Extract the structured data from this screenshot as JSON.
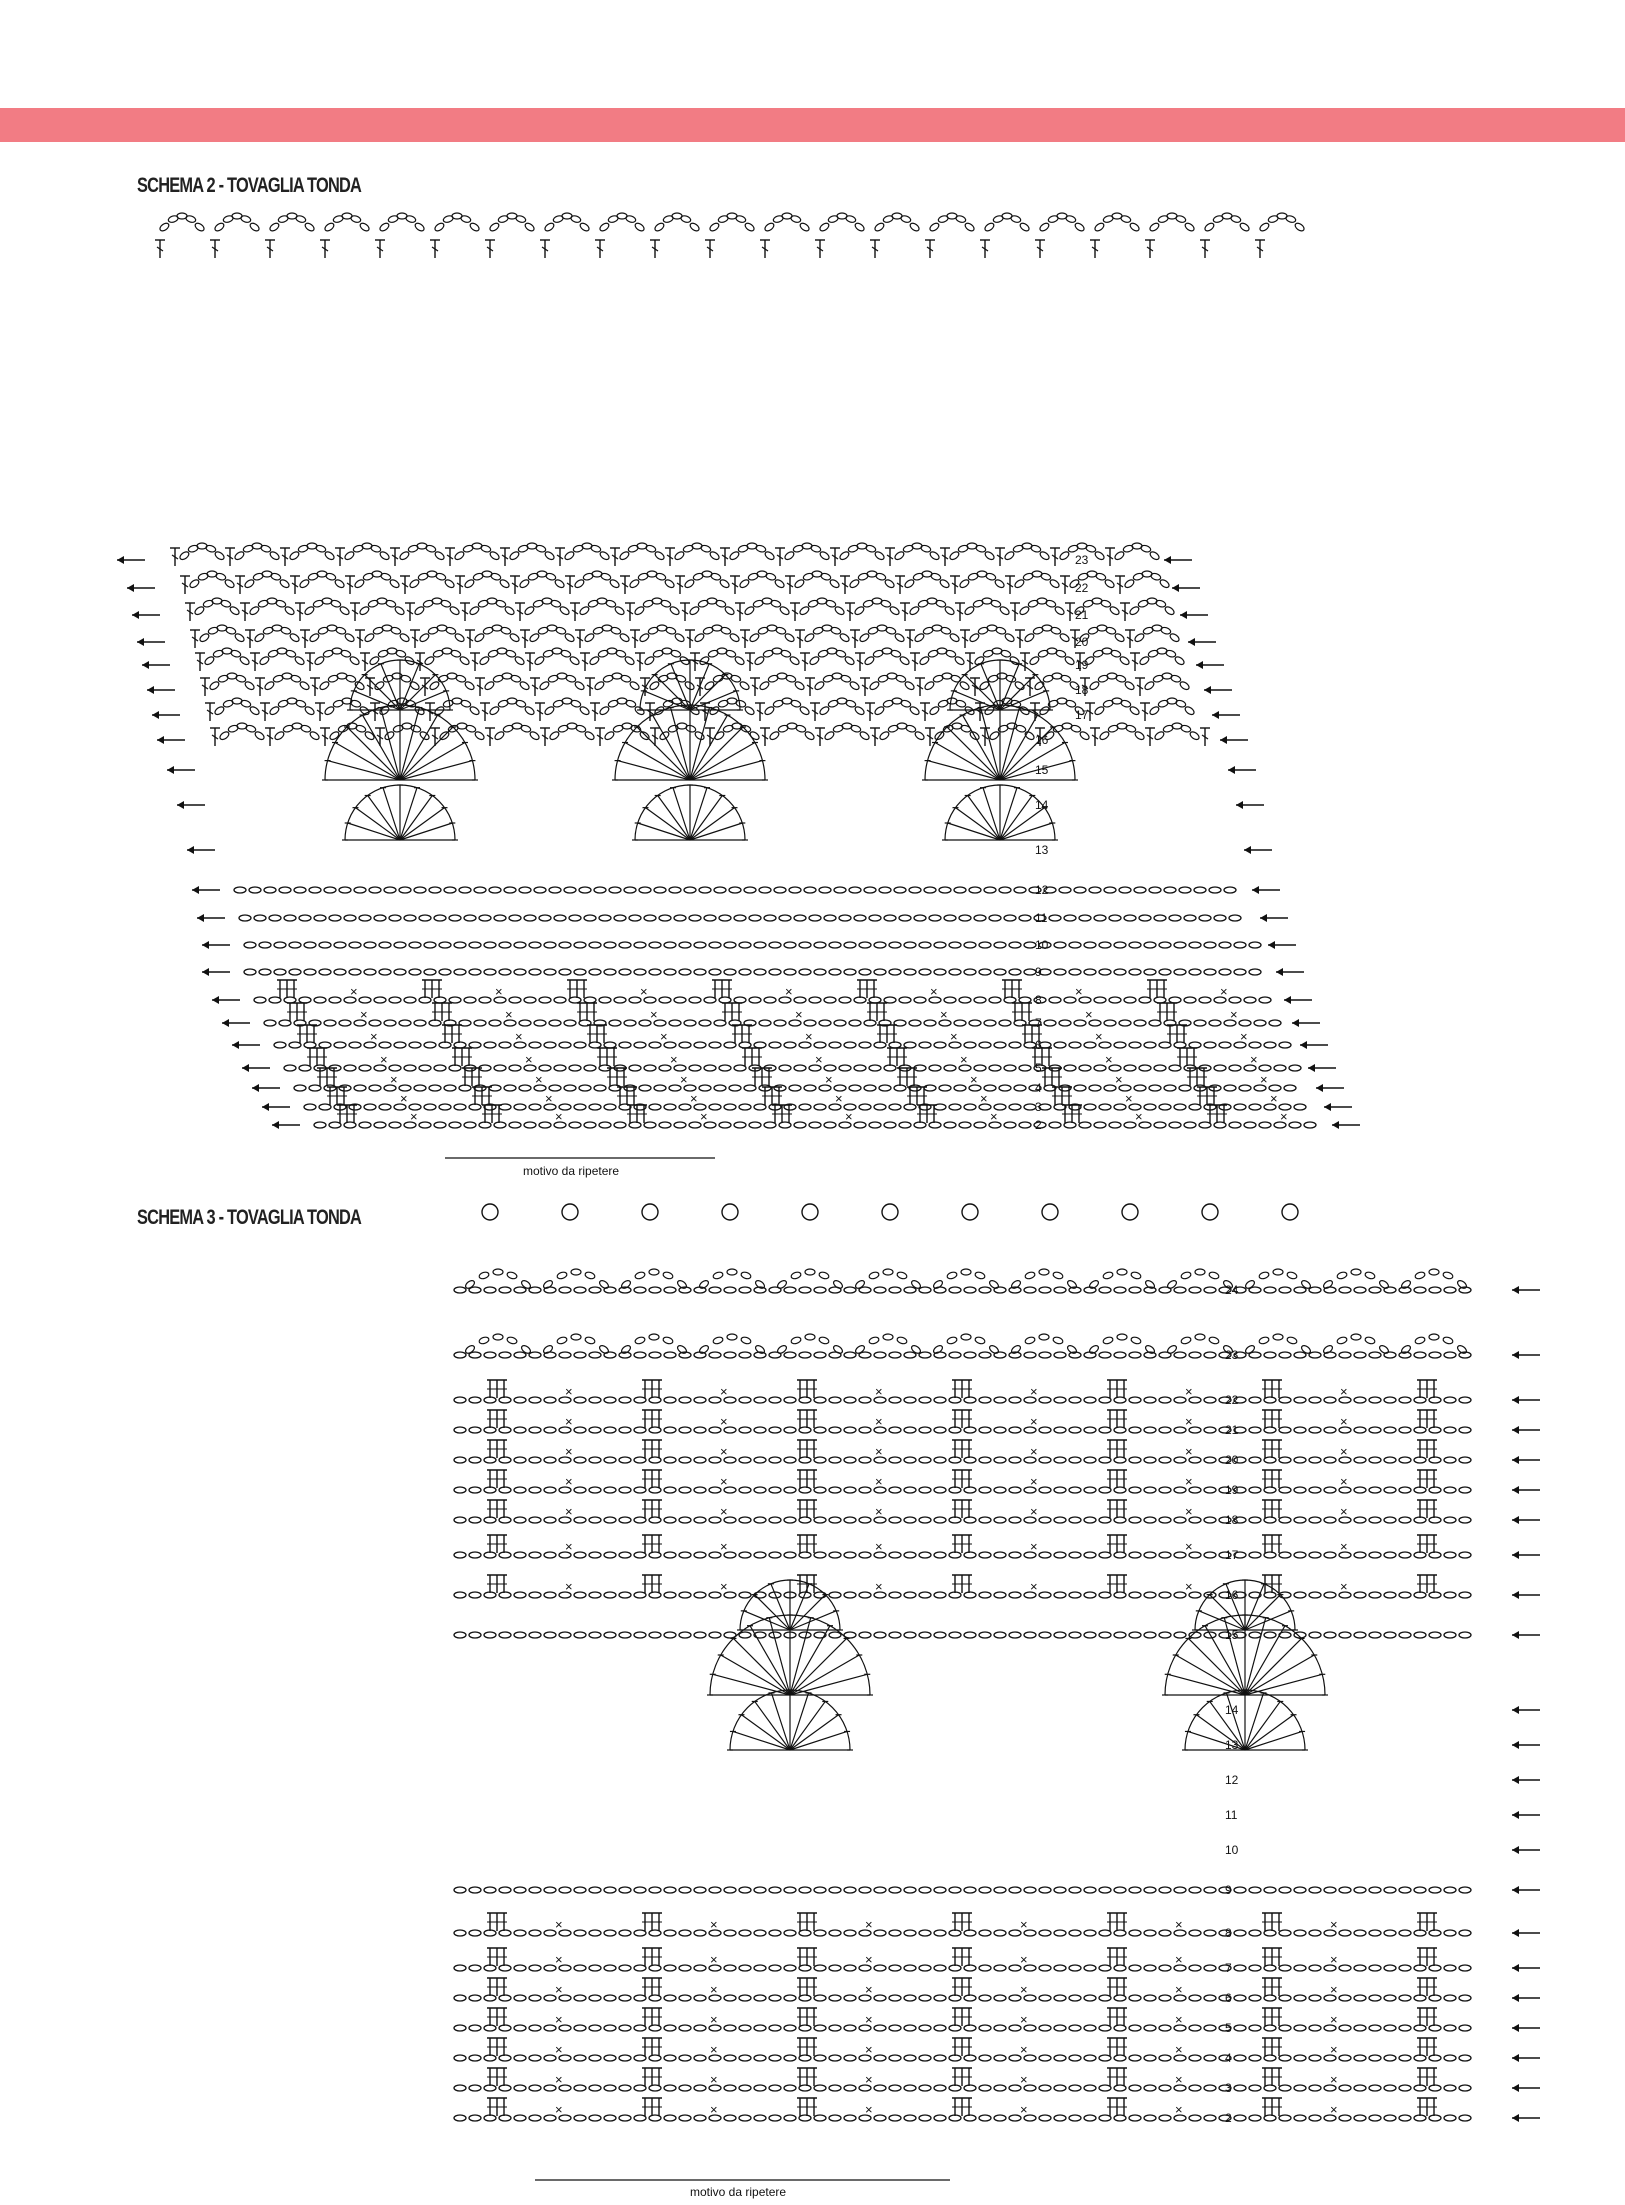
{
  "theme": {
    "band_color": "#f27c84",
    "ink_color": "#111111"
  },
  "diagrams": [
    {
      "title": "SCHEMA 2 - TOVAGLIA TONDA",
      "repeat_caption": "motivo da ripetere",
      "rows": [
        "2",
        "3",
        "4",
        "5",
        "6",
        "7",
        "8",
        "9",
        "10",
        "11",
        "12",
        "13",
        "14",
        "15",
        "16",
        "17",
        "18",
        "19",
        "20",
        "21",
        "22",
        "23"
      ]
    },
    {
      "title": "SCHEMA 3 - TOVAGLIA TONDA",
      "repeat_caption": "motivo da ripetere",
      "rows": [
        "2",
        "3",
        "4",
        "5",
        "6",
        "7",
        "8",
        "9",
        "10",
        "11",
        "12",
        "13",
        "14",
        "15",
        "16",
        "17",
        "18",
        "19",
        "20",
        "21",
        "22",
        "23",
        "24"
      ]
    }
  ]
}
